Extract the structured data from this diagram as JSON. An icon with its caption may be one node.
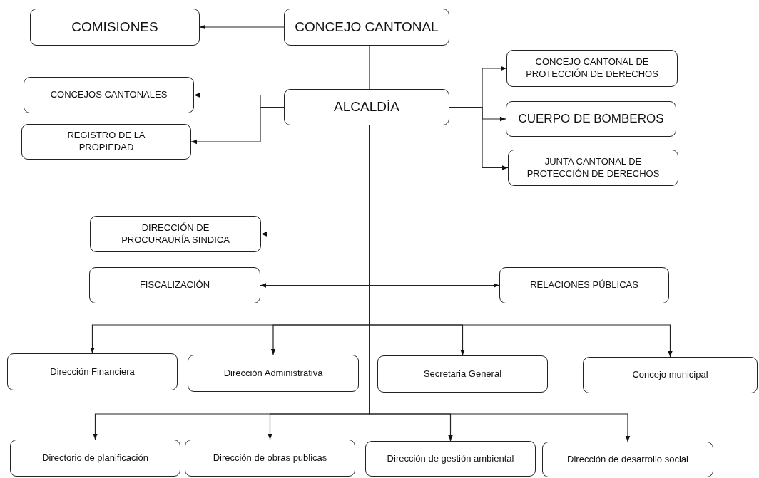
{
  "diagram": {
    "nodes": [
      {
        "text": [
          "CONCEJO CANTONAL"
        ]
      },
      {
        "text": [
          "COMISIONES"
        ]
      },
      {
        "text": [
          "ALCALDÍA"
        ]
      },
      {
        "text": [
          "CONCEJOS CANTONALES"
        ]
      },
      {
        "text": [
          "REGISTRO DE LA PROPIEDAD"
        ]
      },
      {
        "text": [
          "CONCEJO CANTONAL DE PROTECCIÓN DE DERECHOS"
        ]
      },
      {
        "text": [
          "CUERPO DE BOMBEROS"
        ]
      },
      {
        "text": [
          "JUNTA CANTONAL DE PROTECCIÓN DE DERECHOS"
        ]
      },
      {
        "text": [
          "DIRECCIÓN DE PROCURAURÍA SINDICA"
        ]
      },
      {
        "text": [
          "FISCALIZACIÓN"
        ]
      },
      {
        "text": [
          "RELACIONES PÚBLICAS"
        ]
      },
      {
        "text": [
          "Dirección Financiera"
        ]
      },
      {
        "text": [
          "Dirección Administrativa"
        ]
      },
      {
        "text": [
          "Secretaria General"
        ]
      },
      {
        "text": [
          "Concejo municipal"
        ]
      },
      {
        "text": [
          "Directorio de planificación"
        ]
      },
      {
        "text": [
          "Dirección de obras publicas"
        ]
      },
      {
        "text": [
          "Dirección de gestión ambiental"
        ]
      },
      {
        "text": [
          "Dirección de desarrollo social"
        ]
      }
    ],
    "edges": [
      {
        "from": 0,
        "to": 1,
        "arrow": "to"
      },
      {
        "from": 0,
        "to": 2,
        "arrow": "none"
      },
      {
        "from": 2,
        "to": 3,
        "arrow": "to"
      },
      {
        "from": 2,
        "to": 4,
        "arrow": "to"
      },
      {
        "from": 2,
        "to": 5,
        "arrow": "to"
      },
      {
        "from": 2,
        "to": 6,
        "arrow": "to"
      },
      {
        "from": 2,
        "to": 7,
        "arrow": "to"
      },
      {
        "from": 2,
        "to": 8,
        "arrow": "to"
      },
      {
        "from": 2,
        "to": 9,
        "arrow": "to"
      },
      {
        "from": 2,
        "to": 10,
        "arrow": "to"
      },
      {
        "from": 2,
        "to": 11,
        "arrow": "to"
      },
      {
        "from": 2,
        "to": 12,
        "arrow": "to"
      },
      {
        "from": 2,
        "to": 13,
        "arrow": "to"
      },
      {
        "from": 2,
        "to": 14,
        "arrow": "to"
      },
      {
        "from": 2,
        "to": 15,
        "arrow": "to"
      },
      {
        "from": 2,
        "to": 16,
        "arrow": "to"
      },
      {
        "from": 2,
        "to": 17,
        "arrow": "to"
      },
      {
        "from": 2,
        "to": 18,
        "arrow": "to"
      }
    ]
  }
}
